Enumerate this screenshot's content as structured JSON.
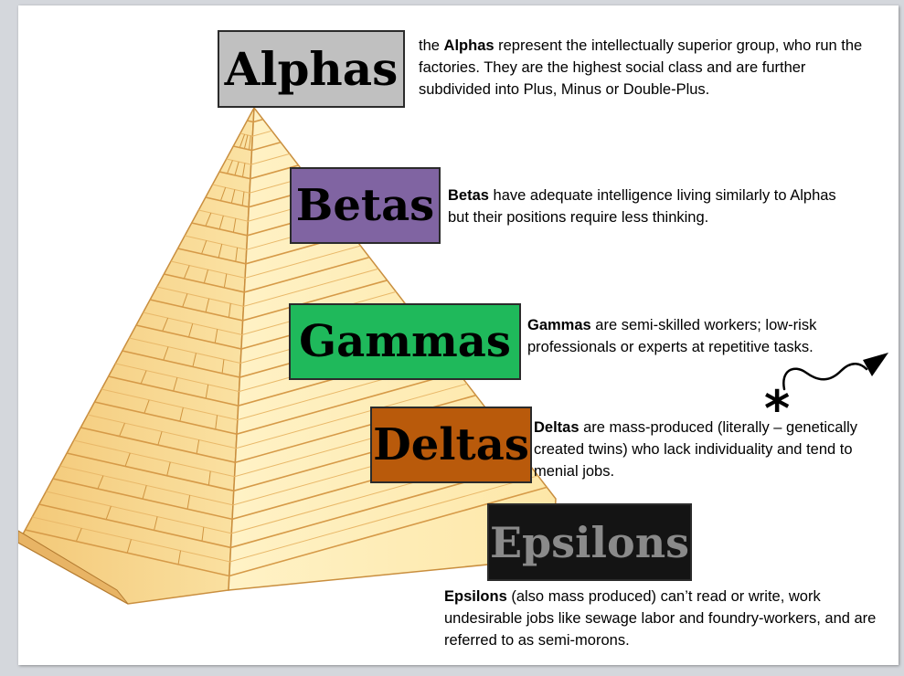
{
  "colors": {
    "alphas": "#c0c0c0",
    "betas": "#8064a2",
    "gammas": "#1fb95b",
    "deltas": "#b95a0b",
    "epsilons": "#141414",
    "epsilons_text": "#8a8a8a",
    "pyramid_light": "#fde9ad",
    "pyramid_mid": "#f7d488",
    "pyramid_dark": "#e2ab5c"
  },
  "levels": [
    {
      "id": "alphas",
      "label": "Alphas",
      "lead": "the ",
      "term": "Alphas",
      "body": " represent the intellectually superior group, who run the factories. They are the highest social class and are further subdivided into Plus, Minus or Double-Plus."
    },
    {
      "id": "betas",
      "label": "Betas",
      "lead": "",
      "term": "Betas",
      "body": " have adequate intelligence living similarly to Alphas but their positions require less thinking."
    },
    {
      "id": "gammas",
      "label": "Gammas",
      "lead": "",
      "term": "Gammas",
      "body": " are semi-skilled workers; low-risk professionals or experts at repetitive tasks."
    },
    {
      "id": "deltas",
      "label": "Deltas",
      "lead": "",
      "term": "Deltas",
      "body": " are mass-produced (literally – genetically created twins) who lack individuality and tend to menial jobs."
    },
    {
      "id": "epsilons",
      "label": "Epsilons",
      "lead": "",
      "term": "Epsilons",
      "body": " (also mass produced) can’t read or write, work undesirable jobs like sewage labor and foundry-workers, and are referred to as semi-morons."
    }
  ],
  "annotation": {
    "symbol": "*",
    "arrow_icon": "squiggle-arrow-icon"
  }
}
